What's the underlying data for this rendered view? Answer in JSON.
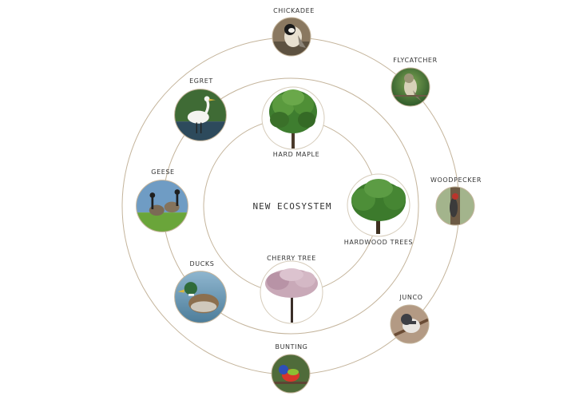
{
  "center_label": "NEW ECOSYSTEM",
  "colors": {
    "ring": "#c4b49b",
    "tree_ring": "#d6ccbb",
    "text": "#333333"
  },
  "trees": [
    {
      "id": "hard-maple",
      "label": "HARD MAPLE",
      "icon": "maple-tree-icon"
    },
    {
      "id": "hardwood-trees",
      "label": "HARDWOOD TREES",
      "icon": "hardwood-tree-icon"
    },
    {
      "id": "cherry-tree",
      "label": "CHERRY TREE",
      "icon": "cherry-tree-icon"
    }
  ],
  "birds": [
    {
      "id": "chickadee",
      "label": "CHICKADEE",
      "icon": "chickadee-photo"
    },
    {
      "id": "flycatcher",
      "label": "FLYCATCHER",
      "icon": "flycatcher-photo"
    },
    {
      "id": "woodpecker",
      "label": "WOODPECKER",
      "icon": "woodpecker-photo"
    },
    {
      "id": "junco",
      "label": "JUNCO",
      "icon": "junco-photo"
    },
    {
      "id": "bunting",
      "label": "BUNTING",
      "icon": "bunting-photo"
    },
    {
      "id": "ducks",
      "label": "DUCKS",
      "icon": "ducks-photo"
    },
    {
      "id": "geese",
      "label": "GEESE",
      "icon": "geese-photo"
    },
    {
      "id": "egret",
      "label": "EGRET",
      "icon": "egret-photo"
    }
  ]
}
